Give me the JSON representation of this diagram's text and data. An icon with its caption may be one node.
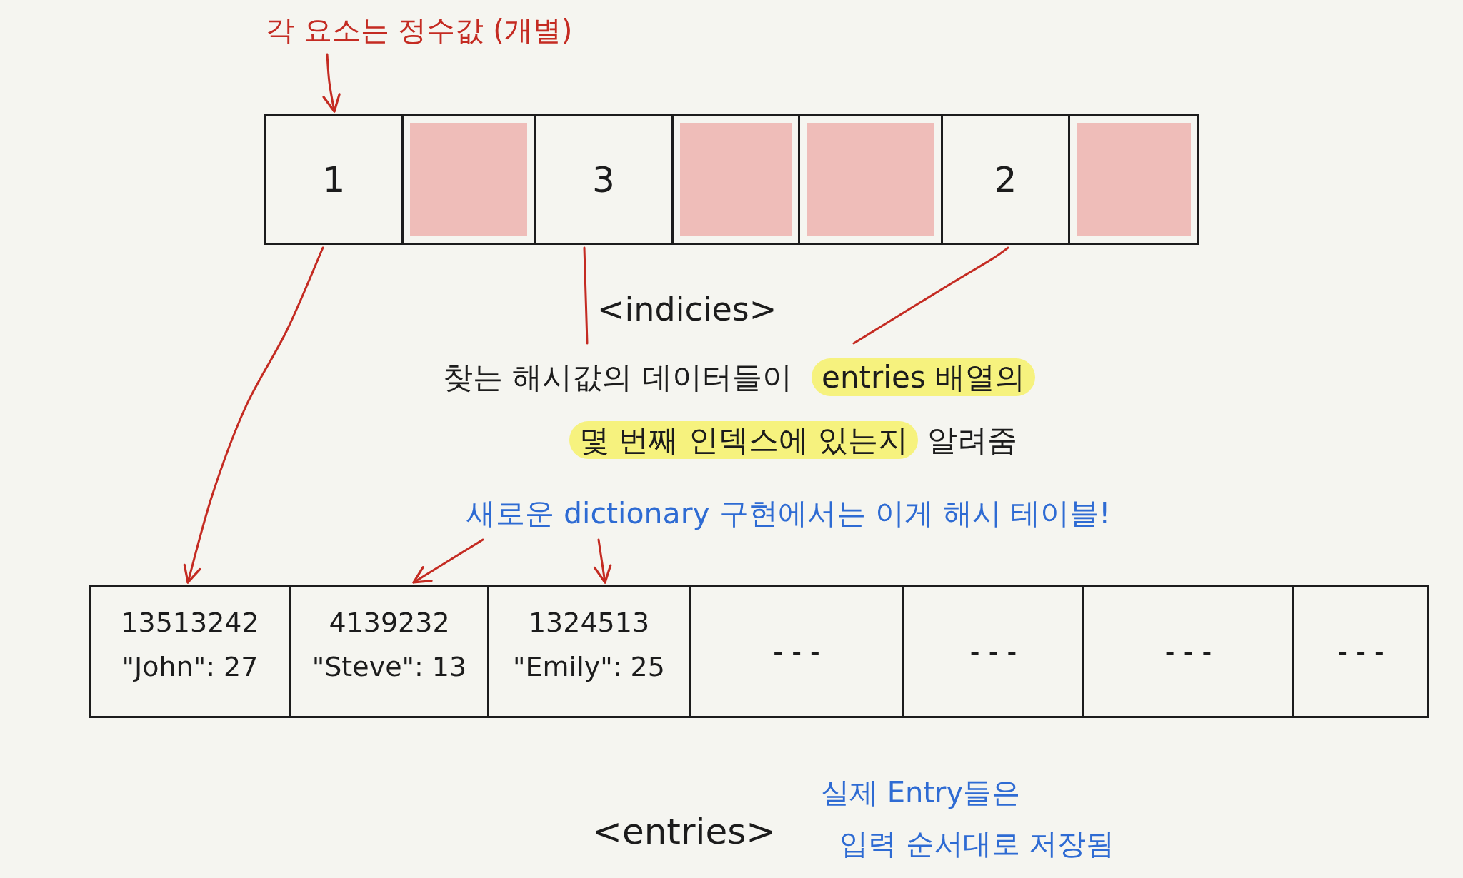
{
  "diagram": {
    "nodes": [
      {
        "text": [
          "각 요소는 정수값 (개별)"
        ]
      },
      {
        "text": [
          "1"
        ]
      },
      {
        "text": [],
        "shape": "box"
      },
      {
        "text": [
          "3"
        ]
      },
      {
        "text": [],
        "shape": "box"
      },
      {
        "text": [],
        "shape": "box"
      },
      {
        "text": [
          "2"
        ]
      },
      {
        "text": [],
        "shape": "box"
      },
      {
        "text": [
          "찾는 해시값의 데이터들이 entries 배열의 몇 번째 인덱스에 있는지 알려줌"
        ]
      },
      {
        "text": [
          "새로운 dictionary 구현에서는 이게 해시 테이블!"
        ]
      },
      {
        "text": [
          "13513242",
          "\"John\": 27"
        ]
      },
      {
        "text": [
          "4139232",
          "\"Steve\": 13"
        ]
      },
      {
        "text": [
          "1324513",
          "\"Emily\": 25"
        ]
      },
      {
        "text": [
          "- - -"
        ]
      },
      {
        "text": [
          "- - -"
        ]
      },
      {
        "text": [
          "- - -"
        ]
      },
      {
        "text": [
          "- - -"
        ]
      }
    ],
    "edges": [
      {
        "from": 0,
        "to": 1,
        "arrow": "to"
      },
      {
        "from": 1,
        "to": 10,
        "arrow": "to"
      },
      {
        "from": 8,
        "to": 3,
        "arrow": "none"
      },
      {
        "from": 8,
        "to": 6,
        "arrow": "none"
      },
      {
        "from": 9,
        "to": 11,
        "arrow": "to"
      },
      {
        "from": 9,
        "to": 12,
        "arrow": "to"
      }
    ],
    "labels": [
      "<indicies>",
      "<entries>",
      "실제 Entry들은 입력 순서대로 저장됨"
    ]
  }
}
